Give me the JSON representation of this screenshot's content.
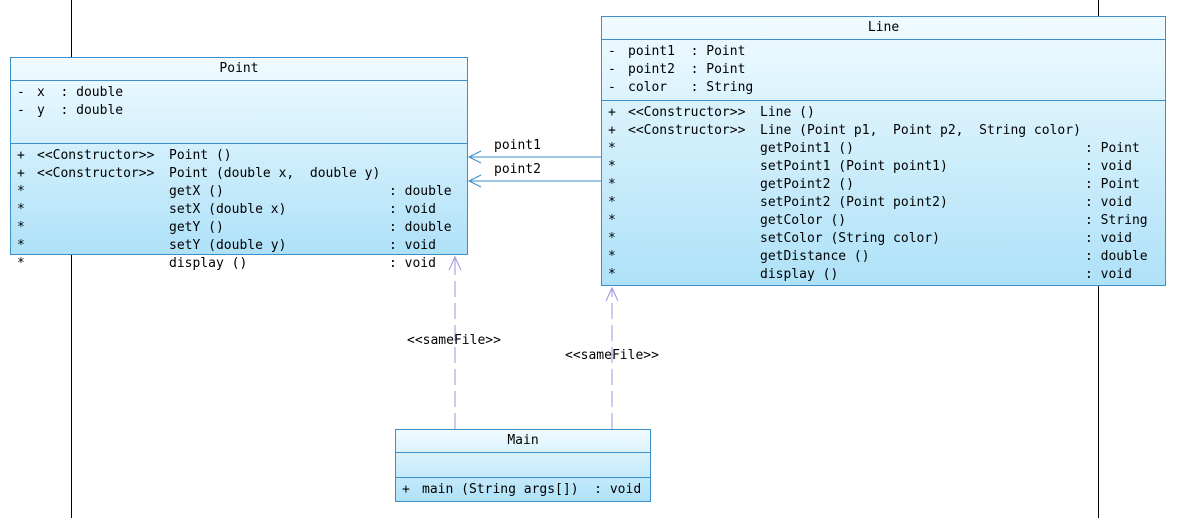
{
  "point": {
    "name": "Point",
    "attributes": [
      {
        "vis": "-",
        "text": "x  : double"
      },
      {
        "vis": "-",
        "text": "y  : double"
      }
    ],
    "operations": [
      {
        "vis": "+",
        "stereo": "<<Constructor>>",
        "sig": "Point ()",
        "ret": ""
      },
      {
        "vis": "+",
        "stereo": "<<Constructor>>",
        "sig": "Point (double x,  double y)",
        "ret": ""
      },
      {
        "vis": "*",
        "stereo": "",
        "sig": "getX ()",
        "ret": ": double"
      },
      {
        "vis": "*",
        "stereo": "",
        "sig": "setX (double x)",
        "ret": ": void"
      },
      {
        "vis": "*",
        "stereo": "",
        "sig": "getY ()",
        "ret": ": double"
      },
      {
        "vis": "*",
        "stereo": "",
        "sig": "setY (double y)",
        "ret": ": void"
      },
      {
        "vis": "*",
        "stereo": "",
        "sig": "display ()",
        "ret": ": void"
      }
    ]
  },
  "line": {
    "name": "Line",
    "attributes": [
      {
        "vis": "-",
        "text": "point1  : Point"
      },
      {
        "vis": "-",
        "text": "point2  : Point"
      },
      {
        "vis": "-",
        "text": "color   : String"
      }
    ],
    "operations": [
      {
        "vis": "+",
        "stereo": "<<Constructor>>",
        "sig": "Line ()",
        "ret": ""
      },
      {
        "vis": "+",
        "stereo": "<<Constructor>>",
        "sig": "Line (Point p1,  Point p2,  String color)",
        "ret": ""
      },
      {
        "vis": "*",
        "stereo": "",
        "sig": "getPoint1 ()",
        "ret": ": Point"
      },
      {
        "vis": "*",
        "stereo": "",
        "sig": "setPoint1 (Point point1)",
        "ret": ": void"
      },
      {
        "vis": "*",
        "stereo": "",
        "sig": "getPoint2 ()",
        "ret": ": Point"
      },
      {
        "vis": "*",
        "stereo": "",
        "sig": "setPoint2 (Point point2)",
        "ret": ": void"
      },
      {
        "vis": "*",
        "stereo": "",
        "sig": "getColor ()",
        "ret": ": String"
      },
      {
        "vis": "*",
        "stereo": "",
        "sig": "setColor (String color)",
        "ret": ": void"
      },
      {
        "vis": "*",
        "stereo": "",
        "sig": "getDistance ()",
        "ret": ": double"
      },
      {
        "vis": "*",
        "stereo": "",
        "sig": "display ()",
        "ret": ": void"
      }
    ]
  },
  "main": {
    "name": "Main",
    "attributes": [],
    "operations": [
      {
        "vis": "+",
        "stereo": "",
        "sig": "main (String args[])  : void",
        "ret": ""
      }
    ]
  },
  "connectors": {
    "line_point1": "point1",
    "line_point2": "point2",
    "main_point": "<<sameFile>>",
    "main_line": "<<sameFile>>"
  },
  "colors": {
    "class_border": "#3c8fc8",
    "association": "#3c8fc8",
    "dependency": "#9b95e0"
  }
}
